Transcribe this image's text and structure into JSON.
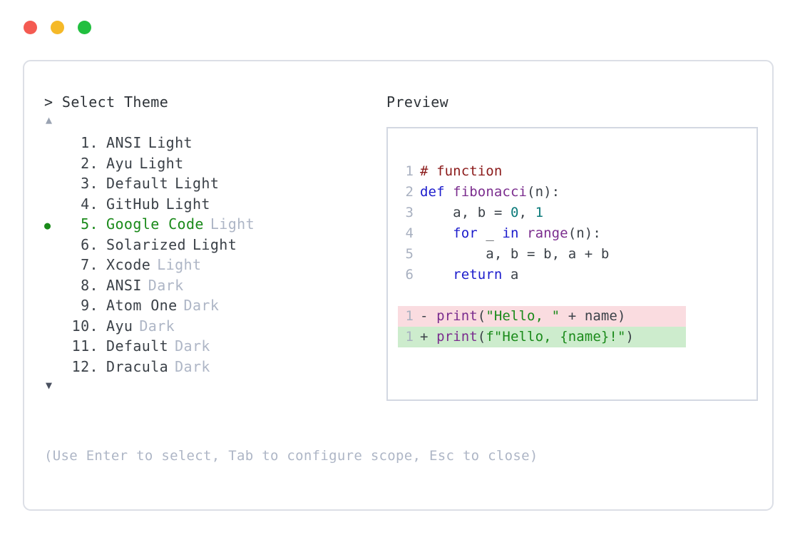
{
  "window": {
    "traffic_lights": [
      {
        "name": "close",
        "color": "#f45b52"
      },
      {
        "name": "minimize",
        "color": "#f5b928"
      },
      {
        "name": "maximize",
        "color": "#21bf3f"
      }
    ]
  },
  "prompt": {
    "text": "> Select Theme",
    "scroll_up": "▲",
    "scroll_down": "▼"
  },
  "theme_list": {
    "selected_index": 5,
    "items": [
      {
        "bullet": "",
        "number": "1.",
        "name": "ANSI",
        "variant": "Light",
        "variant_muted": false,
        "selected": false
      },
      {
        "bullet": "",
        "number": "2.",
        "name": "Ayu",
        "variant": "Light",
        "variant_muted": false,
        "selected": false
      },
      {
        "bullet": "",
        "number": "3.",
        "name": "Default",
        "variant": "Light",
        "variant_muted": false,
        "selected": false
      },
      {
        "bullet": "",
        "number": "4.",
        "name": "GitHub",
        "variant": "Light",
        "variant_muted": false,
        "selected": false
      },
      {
        "bullet": "●",
        "number": "5.",
        "name": "Google Code",
        "variant": "Light",
        "variant_muted": true,
        "selected": true
      },
      {
        "bullet": "",
        "number": "6.",
        "name": "Solarized",
        "variant": "Light",
        "variant_muted": false,
        "selected": false
      },
      {
        "bullet": "",
        "number": "7.",
        "name": "Xcode",
        "variant": "Light",
        "variant_muted": true,
        "selected": false
      },
      {
        "bullet": "",
        "number": "8.",
        "name": "ANSI",
        "variant": "Dark",
        "variant_muted": true,
        "selected": false
      },
      {
        "bullet": "",
        "number": "9.",
        "name": "Atom One",
        "variant": "Dark",
        "variant_muted": true,
        "selected": false
      },
      {
        "bullet": "",
        "number": "10.",
        "name": "Ayu",
        "variant": "Dark",
        "variant_muted": true,
        "selected": false
      },
      {
        "bullet": "",
        "number": "11.",
        "name": "Default",
        "variant": "Dark",
        "variant_muted": true,
        "selected": false
      },
      {
        "bullet": "",
        "number": "12.",
        "name": "Dracula",
        "variant": "Dark",
        "variant_muted": true,
        "selected": false
      }
    ]
  },
  "hint": "(Use Enter to select, Tab to configure scope, Esc to close)",
  "preview": {
    "label": "Preview",
    "code_lines": [
      {
        "gutter": "1",
        "tokens": [
          {
            "t": "# function",
            "c": "comment"
          }
        ]
      },
      {
        "gutter": "2",
        "tokens": [
          {
            "t": "def",
            "c": "keyword"
          },
          {
            "t": " ",
            "c": "plain"
          },
          {
            "t": "fibonacci",
            "c": "func"
          },
          {
            "t": "(n):",
            "c": "plain"
          }
        ]
      },
      {
        "gutter": "3",
        "tokens": [
          {
            "t": "    a, b = ",
            "c": "plain"
          },
          {
            "t": "0",
            "c": "number"
          },
          {
            "t": ", ",
            "c": "plain"
          },
          {
            "t": "1",
            "c": "number"
          }
        ]
      },
      {
        "gutter": "4",
        "tokens": [
          {
            "t": "    ",
            "c": "plain"
          },
          {
            "t": "for",
            "c": "keyword"
          },
          {
            "t": " _ ",
            "c": "plain"
          },
          {
            "t": "in",
            "c": "keyword"
          },
          {
            "t": " ",
            "c": "plain"
          },
          {
            "t": "range",
            "c": "func"
          },
          {
            "t": "(n):",
            "c": "plain"
          }
        ]
      },
      {
        "gutter": "5",
        "tokens": [
          {
            "t": "        a, b = b, a + b",
            "c": "plain"
          }
        ]
      },
      {
        "gutter": "6",
        "tokens": [
          {
            "t": "    ",
            "c": "plain"
          },
          {
            "t": "return",
            "c": "keyword"
          },
          {
            "t": " a",
            "c": "plain"
          }
        ]
      }
    ],
    "diff_lines": [
      {
        "gutter": "1",
        "marker": "-",
        "kind": "del",
        "tokens": [
          {
            "t": "print",
            "c": "func"
          },
          {
            "t": "(",
            "c": "plain"
          },
          {
            "t": "\"Hello, \"",
            "c": "string"
          },
          {
            "t": " + name)",
            "c": "plain"
          }
        ]
      },
      {
        "gutter": "1",
        "marker": "+",
        "kind": "add",
        "tokens": [
          {
            "t": "print",
            "c": "func"
          },
          {
            "t": "(",
            "c": "plain"
          },
          {
            "t": "f\"Hello, {name}!\"",
            "c": "string"
          },
          {
            "t": ")",
            "c": "plain"
          }
        ]
      }
    ]
  },
  "colors": {
    "selected_green": "#1a8a1a",
    "muted_gray": "#aeb6c6",
    "diff_del_bg": "#fadce0",
    "diff_add_bg": "#cdeccd",
    "card_border": "#dcdfe6",
    "preview_border": "#d3d8e2"
  }
}
